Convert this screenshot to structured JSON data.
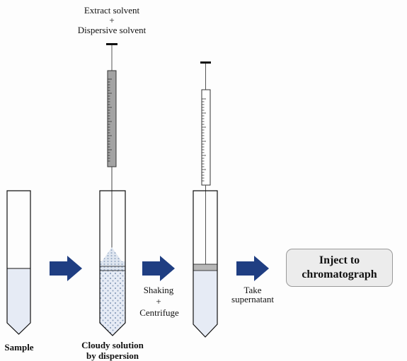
{
  "top_label": {
    "line1": "Extract solvent",
    "plus": "+",
    "line2": "Dispersive solvent"
  },
  "labels": {
    "sample": "Sample",
    "cloudy_line1": "Cloudy solution",
    "cloudy_line2": "by dispersion",
    "shaking": "Shaking",
    "plus": "+",
    "centrifuge": "Centrifuge",
    "take": "Take",
    "supernatant": "supernatant"
  },
  "inject": {
    "line1": "Inject to",
    "line2": "chromatograph"
  },
  "colors": {
    "arrow": "#1f3e82",
    "liquid": "#e6ebf5",
    "syringe_dark": "#a3a3a3",
    "dots": "#8da0bc"
  }
}
